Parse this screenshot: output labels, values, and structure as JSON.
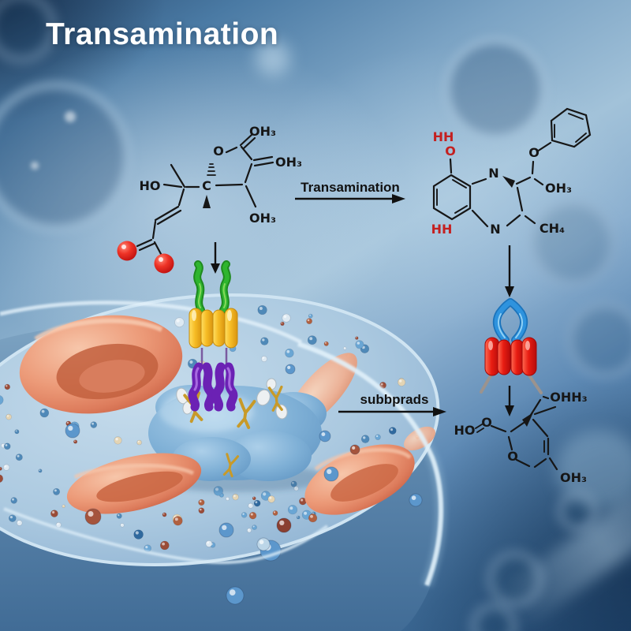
{
  "title": "Transamination",
  "reaction": {
    "transamination_arrow_label": "Transamination",
    "substrate_arrow_label": "subbprads"
  },
  "molecules": {
    "substrate": {
      "oh3_top": "OH₃",
      "o_ester": "O",
      "oh3_right": "OH₃",
      "ho_left": "HO",
      "c_center": "C",
      "oh3_bottom": "OH₃"
    },
    "product": {
      "hh_top": "HH",
      "o_phenol": "O",
      "n_top": "N",
      "o_ether": "O",
      "oh3_side": "OH₃",
      "ch4": "CH₄",
      "n_bottom": "N",
      "hh_bottom": "HH"
    },
    "final_product": {
      "ho": "HO",
      "o_carbonyl": "O",
      "ohh3": "OHH₃",
      "o_ring": "O",
      "oh3_bottom": "OH₃"
    }
  },
  "colors": {
    "title_text": "#ffffff",
    "bond_line": "#161616",
    "red_atom_label": "#c42020",
    "oxygen_sphere": "#dd2222",
    "receptor_green": "#2aa82a",
    "receptor_yellow": "#f0b51e",
    "receptor_purple": "#7a2fc0",
    "kinase_blue": "#2e93de",
    "kinase_red": "#e01515",
    "cell_surface": "#aac9e1",
    "organelle_salmon": "#e8926f",
    "nucleus_blue": "#7fb0d6",
    "background_blue": "#466f9b"
  }
}
